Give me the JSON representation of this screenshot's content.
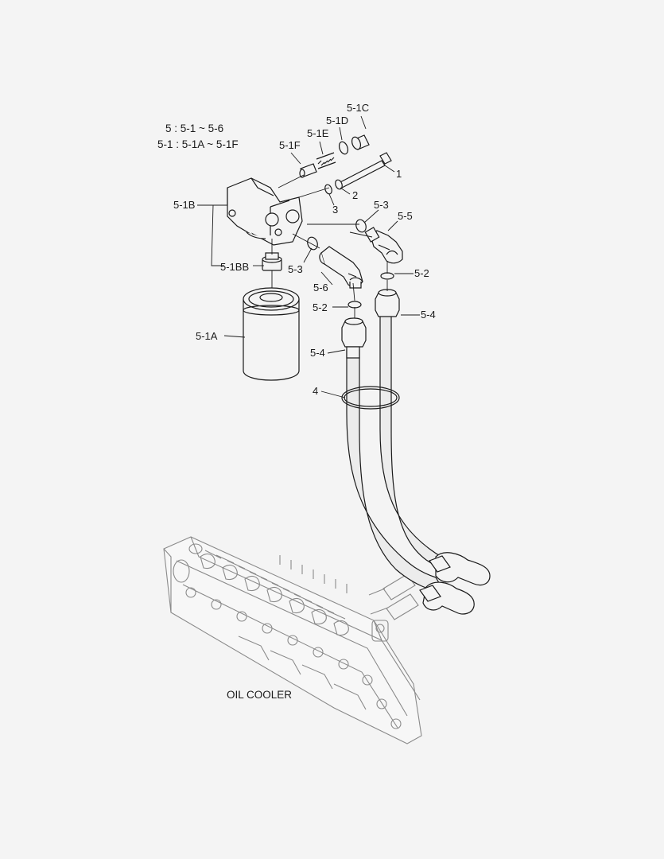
{
  "legend": {
    "line1": "5 : 5-1 ~ 5-6",
    "line2": "5-1 : 5-1A ~ 5-1F"
  },
  "labels": {
    "p1": "1",
    "p2": "2",
    "p3": "3",
    "p4": "4",
    "p5_1a": "5-1A",
    "p5_1b": "5-1B",
    "p5_1bb": "5-1BB",
    "p5_1c": "5-1C",
    "p5_1d": "5-1D",
    "p5_1e": "5-1E",
    "p5_1f": "5-1F",
    "p5_2_top": "5-2",
    "p5_2_bot": "5-2",
    "p5_3_top": "5-3",
    "p5_3_bot": "5-3",
    "p5_4_right": "5-4",
    "p5_4_left": "5-4",
    "p5_5": "5-5",
    "p5_6": "5-6",
    "oil_cooler": "OIL COOLER"
  },
  "colors": {
    "background": "#f4f4f4",
    "line": "#1a1a1a",
    "hose_fill": "#ececec",
    "cooler_line": "#8a8a8a"
  }
}
